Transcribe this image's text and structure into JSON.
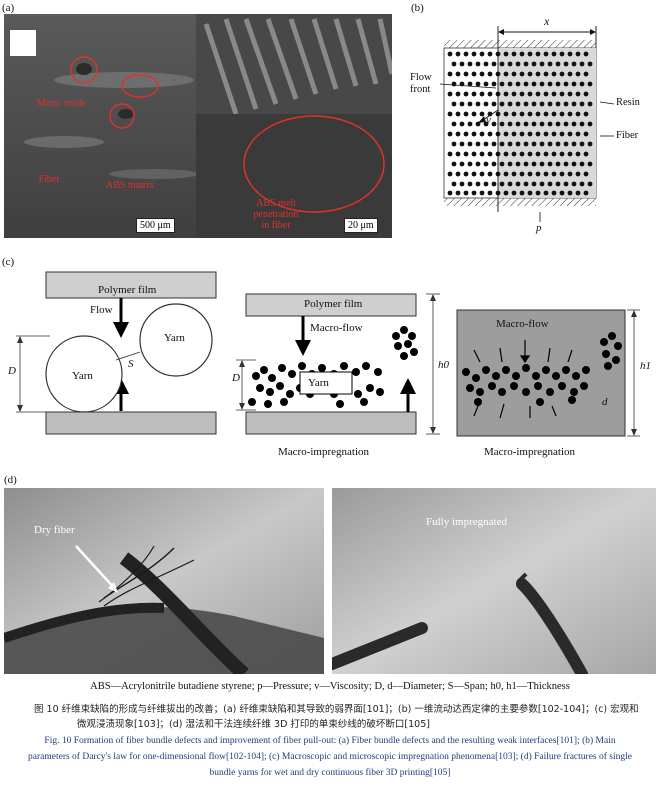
{
  "panels": {
    "a": {
      "label": "(a)",
      "annotations": [
        "Micro voids",
        "Fiber",
        "ABS matrix",
        "ABS melt\npenetration\nin fiber"
      ],
      "scale_left": "500 μm",
      "scale_right": "20 μm"
    },
    "b": {
      "label": "(b)",
      "x_label": "x",
      "flow_front": "Flow\nfront",
      "v_label": "v",
      "resin": "Resin",
      "fiber": "Fiber",
      "p_label": "p"
    },
    "c": {
      "label": "(c)",
      "polymer_film": "Polymer film",
      "flow": "Flow",
      "yarn": "Yarn",
      "d_label": "D",
      "s_label": "S",
      "macro_flow": "Macro-flow",
      "h0": "h0",
      "h1": "h1",
      "d_small": "d",
      "macro_impregnation": "Macro-impregnation"
    },
    "d": {
      "label": "(d)",
      "dry_fiber": "Dry fiber",
      "fully_impregnated": "Fully impregnated"
    }
  },
  "caption": {
    "abbrev": "ABS—Acrylonitrile butadiene styrene; p—Pressure; v—Viscosity; D, d—Diameter; S—Span; h0, h1—Thickness",
    "cn_line1": "图 10   纤维束缺陷的形成与纤维拔出的改善；(a) 纤维束缺陷和其导致的弱界面[101]；(b) 一维流动达西定律的主要参数[102-104]；(c) 宏观和",
    "cn_line2": "微观浸渍现象[103]；(d) 湿法和干法连续纤维 3D 打印的单束纱线的破坏断口[105]",
    "en_line1": "Fig. 10   Formation of fiber bundle defects and improvement of fiber pull-out: (a) Fiber bundle defects and the resulting weak interfaces[101]; (b) Main",
    "en_line2": "parameters of Darcy's law for one-dimensional flow[102-104]; (c) Macroscopic and microscopic impregnation phenomena[103]; (d) Failure fractures of single",
    "en_line3": "bundle yarns for wet and dry continuous fiber 3D printing[105]"
  }
}
